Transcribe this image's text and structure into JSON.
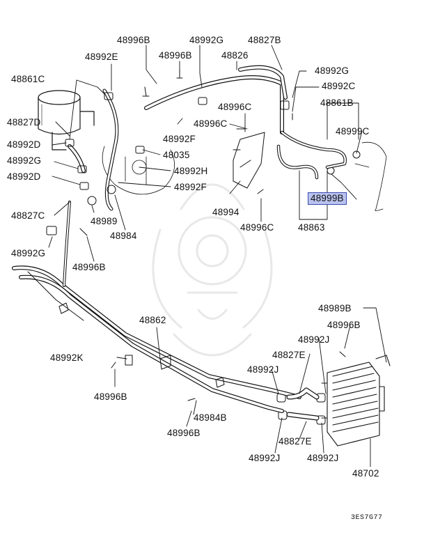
{
  "diagram_code": "3ES7G77",
  "highlight_color": "#b9c2ee",
  "labels": {
    "l_48996B_a": "48996B",
    "l_48992G_a": "48992G",
    "l_48827B": "48827B",
    "l_48992E": "48992E",
    "l_48996B_b": "48996B",
    "l_48826": "48826",
    "l_48861C": "48861C",
    "l_48992G_b": "48992G",
    "l_48992C": "48992C",
    "l_48996C_a": "48996C",
    "l_48861B": "48861B",
    "l_48827D": "48827D",
    "l_48996C_b": "48996C",
    "l_48992F_a": "48992F",
    "l_48999C": "48999C",
    "l_48992D_a": "48992D",
    "l_48035": "48035",
    "l_48992G_c": "48992G",
    "l_48992H": "48992H",
    "l_48992D_b": "48992D",
    "l_48992F_b": "48992F",
    "l_48999B": "48999B",
    "l_48827C": "48827C",
    "l_48994": "48994",
    "l_48989": "48989",
    "l_48996C_c": "48996C",
    "l_48863": "48863",
    "l_48984": "48984",
    "l_48992G_d": "48992G",
    "l_48996B_c": "48996B",
    "l_48989B": "48989B",
    "l_48862": "48862",
    "l_48996B_d": "48996B",
    "l_48992J_a": "48992J",
    "l_48827E_a": "48827E",
    "l_48992K": "48992K",
    "l_48992J_b": "48992J",
    "l_48996B_e": "48996B",
    "l_48984B": "48984B",
    "l_48996B_f": "48996B",
    "l_48827E_b": "48827E",
    "l_48992J_c": "48992J",
    "l_48992J_d": "48992J",
    "l_48702": "48702"
  }
}
